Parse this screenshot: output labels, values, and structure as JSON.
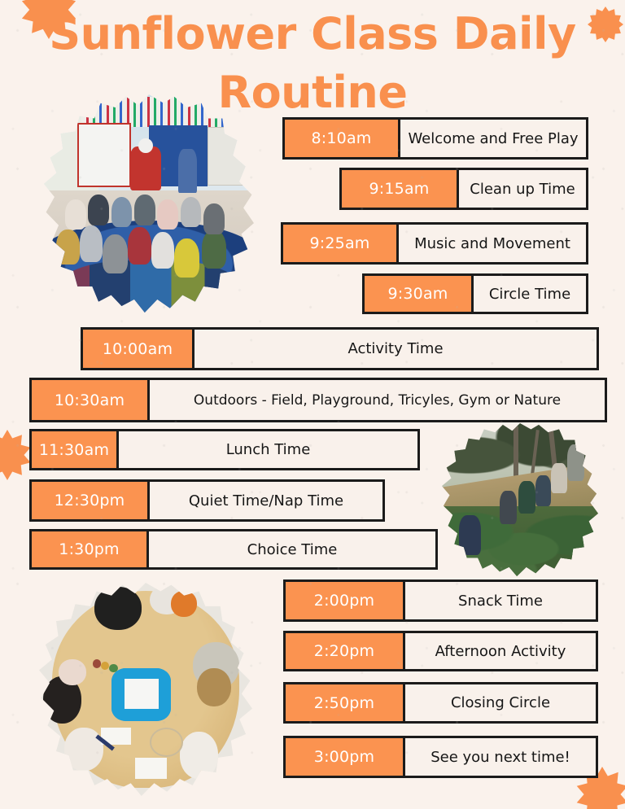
{
  "poster": {
    "title": "Sunflower Class Daily Routine",
    "title_line1": "Sunflower Class Daily",
    "title_line2": "Routine",
    "background_color": "#faf2ec",
    "accent_color": "#fb9350",
    "title_color": "#f9904e",
    "border_color": "#1b1b1b",
    "panel_color": "#f9f1eb"
  },
  "decorations": [
    {
      "name": "starburst-top-left",
      "shape": "10-point-star",
      "color": "#f9904e"
    },
    {
      "name": "starburst-top-right",
      "shape": "12-point-star",
      "color": "#f9904e"
    },
    {
      "name": "starburst-middle-left",
      "shape": "10-point-star",
      "color": "#f9904e"
    },
    {
      "name": "starburst-bottom-right",
      "shape": "10-point-star",
      "color": "#f9904e"
    }
  ],
  "photos": [
    {
      "name": "classroom-circle-time-photo",
      "caption": "Teacher and children seated on a rug during circle time in a classroom with world flags on the wall"
    },
    {
      "name": "outdoor-hike-photo",
      "caption": "Children climbing a wooded hillside outdoors"
    },
    {
      "name": "table-art-activity-photo",
      "caption": "Overhead view of children around a table with a blue spin-art machine"
    }
  ],
  "schedule": [
    {
      "time": "8:10am",
      "activity": "Welcome and Free Play"
    },
    {
      "time": "9:15am",
      "activity": "Clean up Time"
    },
    {
      "time": "9:25am",
      "activity": "Music and Movement"
    },
    {
      "time": "9:30am",
      "activity": "Circle Time"
    },
    {
      "time": "10:00am",
      "activity": "Activity Time"
    },
    {
      "time": "10:30am",
      "activity": "Outdoors - Field, Playground, Tricyles, Gym or Nature"
    },
    {
      "time": "11:30am",
      "activity": "Lunch Time"
    },
    {
      "time": "12:30pm",
      "activity": "Quiet Time/Nap Time"
    },
    {
      "time": "1:30pm",
      "activity": "Choice Time"
    },
    {
      "time": "2:00pm",
      "activity": "Snack Time"
    },
    {
      "time": "2:20pm",
      "activity": "Afternoon Activity"
    },
    {
      "time": "2:50pm",
      "activity": "Closing Circle"
    },
    {
      "time": "3:00pm",
      "activity": "See you next time!"
    }
  ]
}
